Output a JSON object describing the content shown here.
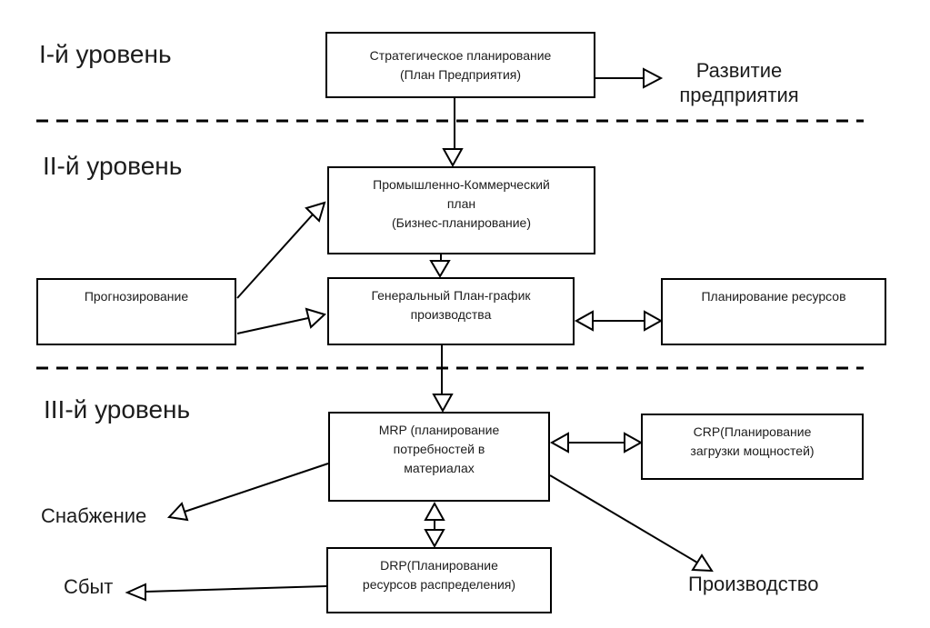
{
  "levels": [
    {
      "label": "I-й уровень"
    },
    {
      "label": "II-й уровень"
    },
    {
      "label": "III-й уровень"
    }
  ],
  "boxes": {
    "strategic": "Стратегическое планирование\n(План Предприятия)",
    "industrial_commercial": "Промышленно-Коммерческий\nплан\n(Бизнес-планирование)",
    "forecasting": "Прогнозирование",
    "master_schedule": "Генеральный План-график\nпроизводства",
    "resource_planning": "Планирование ресурсов",
    "mrp": "MRP (планирование\nпотребностей в\nматериалах",
    "crp": "CRP(Планирование\nзагрузки мощностей)",
    "drp": "DRP(Планирование\nресурсов распределения)"
  },
  "labels": {
    "development": "Развитие\nпредприятия",
    "supply": "Снабжение",
    "sales": "Сбыт",
    "production": "Производство"
  },
  "colors": {
    "background": "#ffffff",
    "line": "#000000",
    "text": "#1c1c1c"
  }
}
